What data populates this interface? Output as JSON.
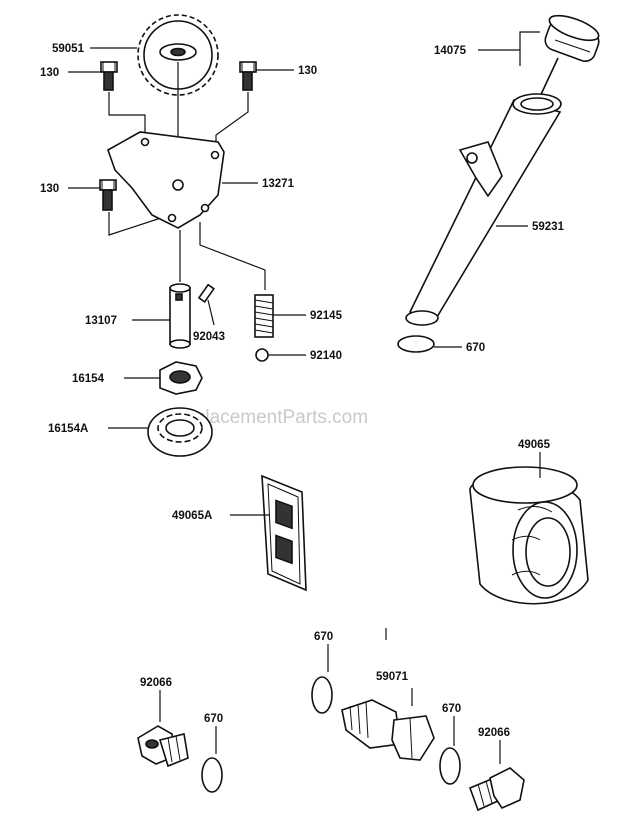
{
  "watermark": "eReplacementParts.com",
  "labels": {
    "p59051": "59051",
    "p130a": "130",
    "p130b": "130",
    "p130c": "130",
    "p13271": "13271",
    "p13107": "13107",
    "p92043": "92043",
    "p92145": "92145",
    "p92140": "92140",
    "p16154": "16154",
    "p16154A": "16154A",
    "p14075": "14075",
    "p59231": "59231",
    "p670a": "670",
    "p49065": "49065",
    "p49065A": "49065A",
    "p670b": "670",
    "p59071": "59071",
    "p92066a": "92066",
    "p670c": "670",
    "p670d": "670",
    "p92066b": "92066"
  }
}
